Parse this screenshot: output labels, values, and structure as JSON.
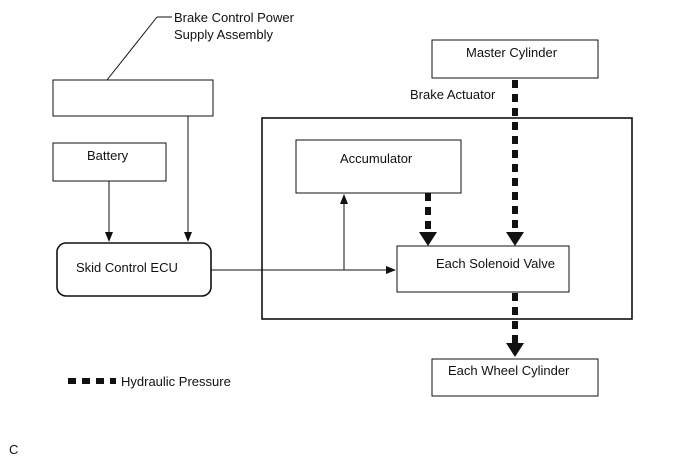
{
  "diagram": {
    "power_supply_label_line1": "Brake Control Power",
    "power_supply_label_line2": "Supply Assembly",
    "battery": "Battery",
    "skid_control_ecu": "Skid Control ECU",
    "master_cylinder": "Master Cylinder",
    "brake_actuator": "Brake Actuator",
    "accumulator": "Accumulator",
    "each_solenoid_valve": "Each Solenoid Valve",
    "each_wheel_cylinder": "Each Wheel Cylinder"
  },
  "legend": {
    "hydraulic_pressure": "Hydraulic Pressure"
  },
  "corner_code": "C",
  "colors": {
    "line": "#111111",
    "background": "#ffffff"
  }
}
